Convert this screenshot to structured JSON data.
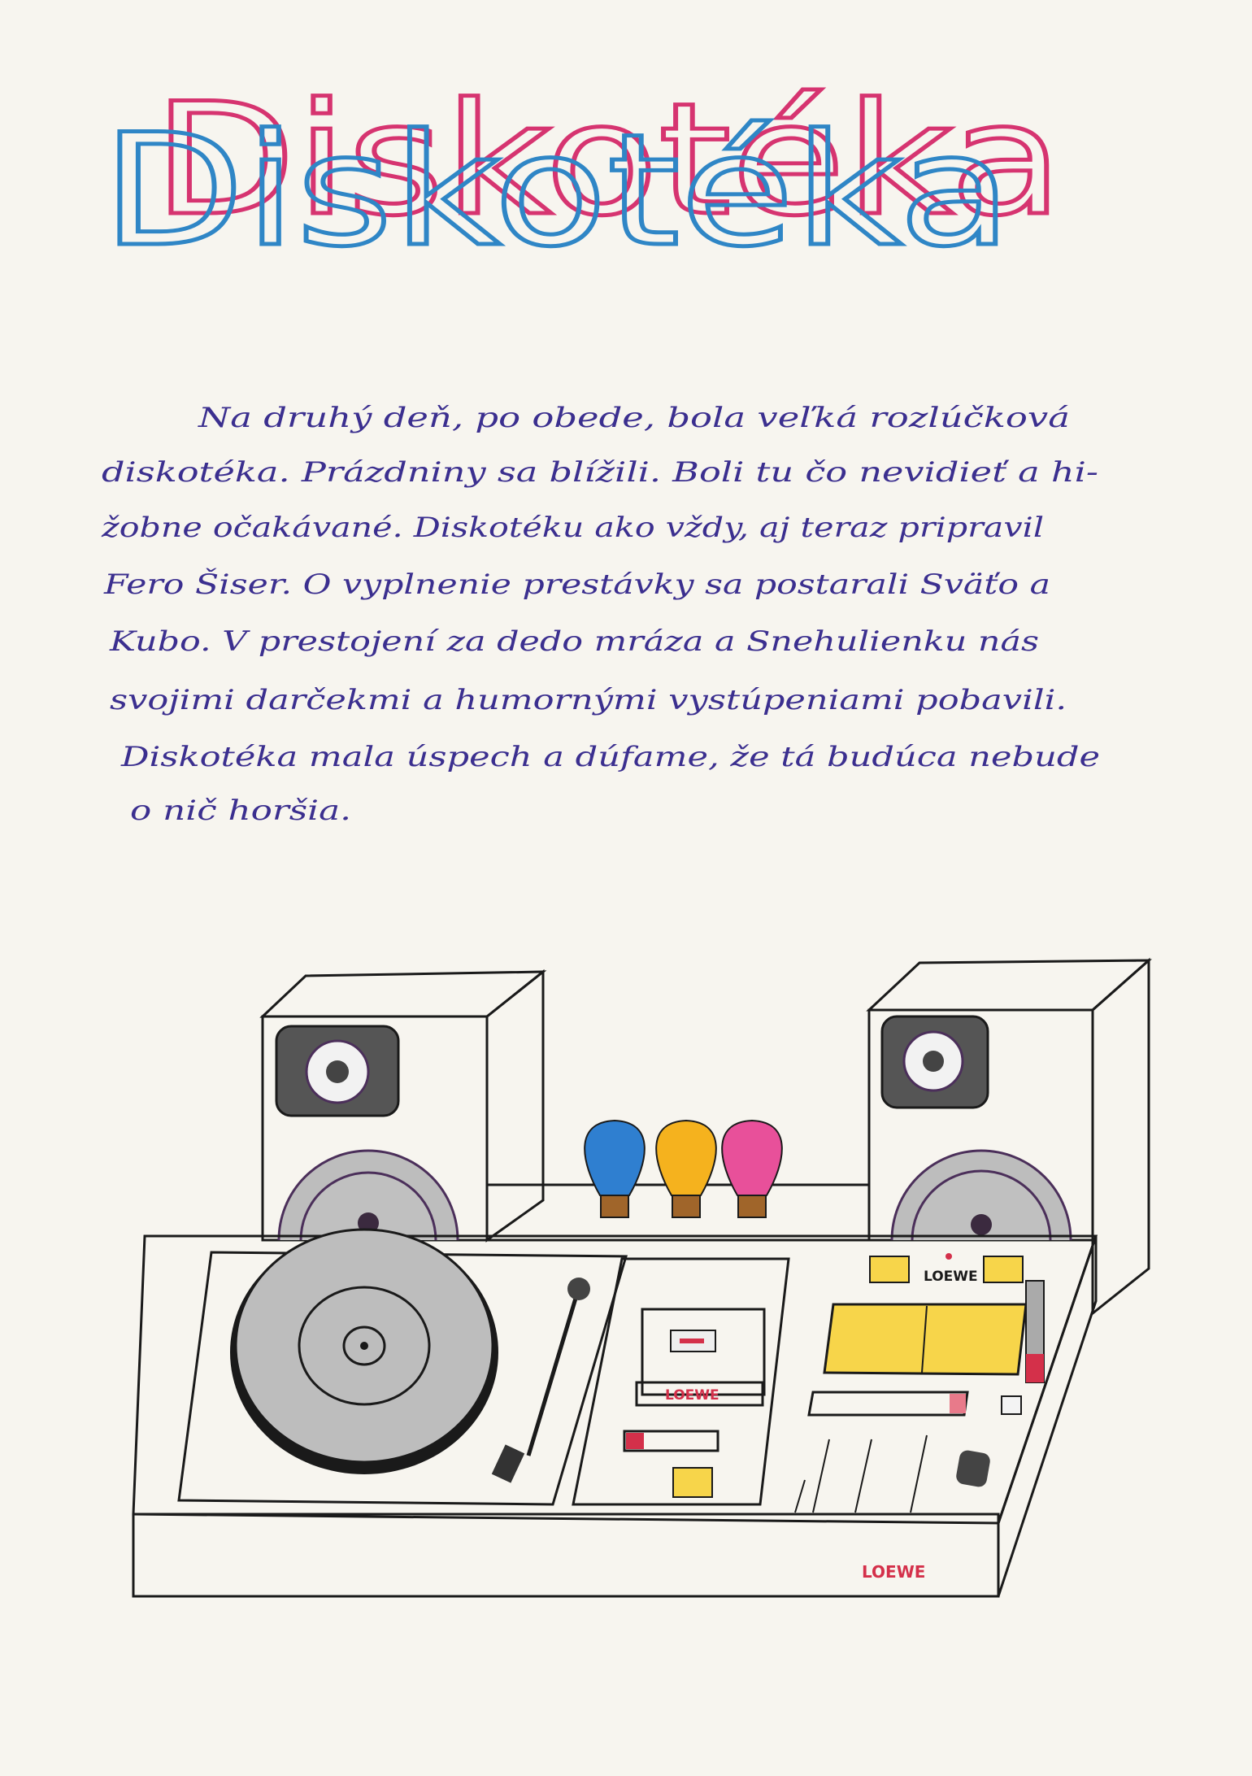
{
  "title": {
    "text": "Diskotéka",
    "colors": {
      "front": "#2f86c6",
      "back": "#d63470"
    }
  },
  "body": {
    "ink_color": "#3b2f8f",
    "lines": [
      "Na druhý deň, po obede, bola veľká rozlúčková",
      "diskotéka. Prázdniny sa blížili. Boli tu čo nevidieť a hi-",
      "žobne očakávané. Diskotéku ako vždy, aj teraz pripravil",
      "Fero Šiser. O vyplnenie prestávky sa postarali Sväťo a",
      "Kubo. V prestojení za dedo mráza a Snehulienku nás",
      "svojimi darčekmi a humornými vystúpeniami pobavili.",
      "Diskotéka mala úspech a dúfame, že tá budúca nebude",
      "o nič horšia."
    ]
  },
  "drawing": {
    "brand_labels": [
      "LOEWE",
      "LOEWE",
      "LOEWE"
    ],
    "bulb_colors": [
      "#2f7fd0",
      "#f5b21e",
      "#e8509a"
    ],
    "label_color": "#d4304a",
    "display_color": "#f7d54a"
  }
}
